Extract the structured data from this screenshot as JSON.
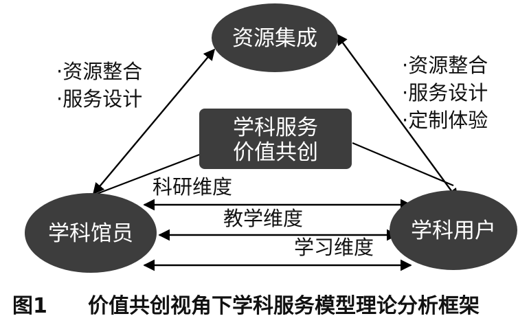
{
  "nodes": {
    "top": "资源集成",
    "left": "学科馆员",
    "right": "学科用户",
    "center_line1": "学科服务",
    "center_line2": "价值共创"
  },
  "left_labels": [
    "·资源整合",
    "·服务设计"
  ],
  "right_labels": [
    "·资源整合",
    "·服务设计",
    "·定制体验"
  ],
  "dimensions": {
    "research": "科研维度",
    "teaching": "教学维度",
    "learning": "学习维度"
  },
  "caption": {
    "figure": "图1",
    "title": "价值共创视角下学科服务模型理论分析框架"
  },
  "colors": {
    "node_fill": "#3d3d3d",
    "node_text": "#ffffff",
    "arrow": "#000000"
  }
}
